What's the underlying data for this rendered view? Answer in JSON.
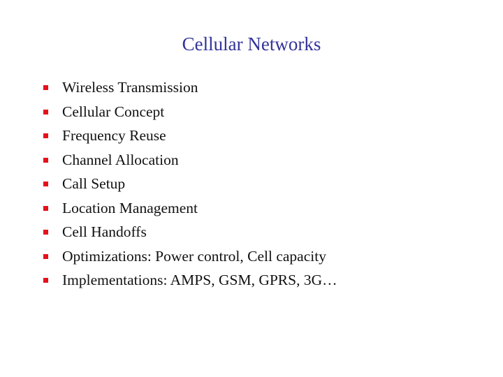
{
  "slide": {
    "title": "Cellular Networks",
    "colors": {
      "title": "#33339a",
      "bullet": "#e3131b",
      "text": "#111111",
      "background": "#ffffff"
    },
    "bullets": [
      {
        "text": "Wireless Transmission",
        "icon": "red-square-bullet"
      },
      {
        "text": "Cellular Concept",
        "icon": "red-square-bullet"
      },
      {
        "text": "Frequency Reuse",
        "icon": "red-square-bullet"
      },
      {
        "text": "Channel Allocation",
        "icon": "red-square-bullet"
      },
      {
        "text": "Call Setup",
        "icon": "red-square-bullet"
      },
      {
        "text": "Location Management",
        "icon": "red-square-bullet"
      },
      {
        "text": "Cell Handoffs",
        "icon": "red-square-bullet"
      },
      {
        "text": "Optimizations: Power control, Cell capacity",
        "icon": "red-square-bullet"
      },
      {
        "text": "Implementations: AMPS, GSM, GPRS, 3G…",
        "icon": "red-square-bullet"
      }
    ]
  }
}
